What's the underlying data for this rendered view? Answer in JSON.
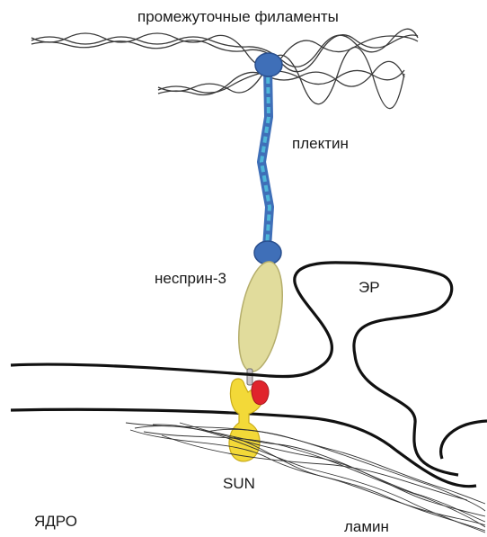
{
  "labels": {
    "intermediate_filaments": "промежуточные филаменты",
    "plectin": "плектин",
    "nesprin3": "несприн-3",
    "er": "ЭР",
    "sun": "SUN",
    "nucleus": "ЯДРО",
    "lamin": "ламин"
  },
  "colors": {
    "membrane": "#111111",
    "plectin_blue": "#3f6fb8",
    "plectin_cyan": "#4fb7d8",
    "nesprin_body": "#e1dc9c",
    "sun_yellow": "#f3d938",
    "kash_red": "#e0242c",
    "filament": "#333333"
  }
}
